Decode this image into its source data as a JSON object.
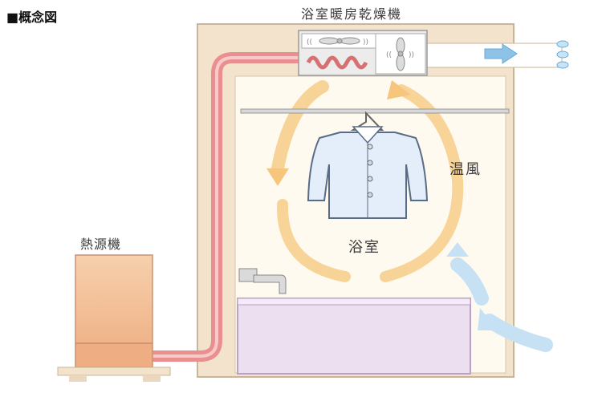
{
  "title": "■概念図",
  "labels": {
    "unit": "浴室暖房乾燥機",
    "heat_source": "熱源機",
    "bathroom": "浴室",
    "warm_air": "温風"
  },
  "colors": {
    "wall": "#f3e3cc",
    "room": "#fffaf0",
    "pipe": "#e98f8f",
    "warm_arrow": "#f6c67a",
    "cool_arrow": "#bcdcf2",
    "bathtub": "#ecdff0",
    "heat_source_body": "#f5c9a4"
  }
}
